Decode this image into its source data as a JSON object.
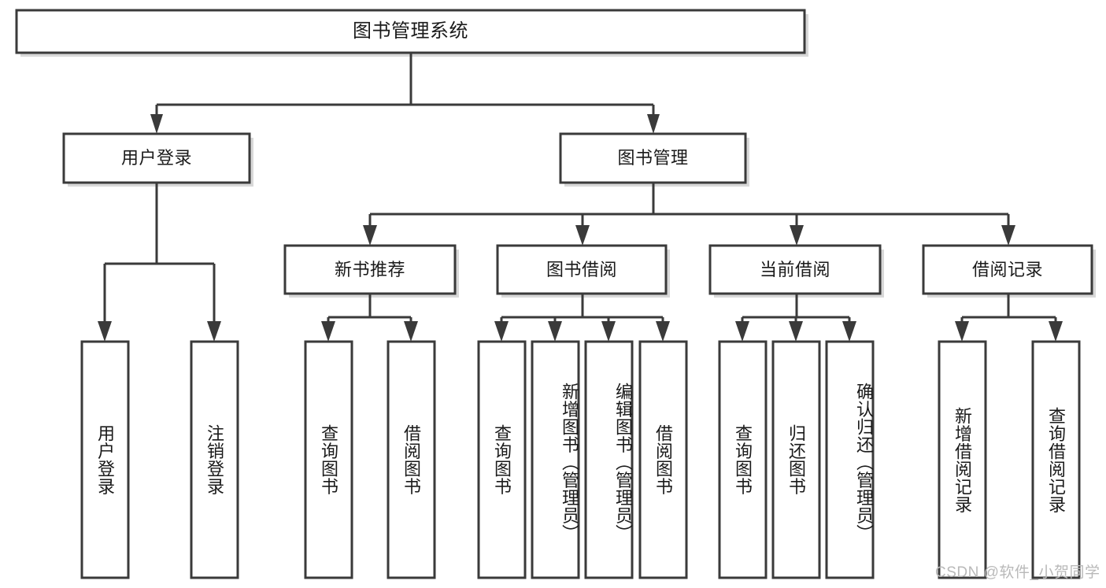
{
  "diagram": {
    "type": "tree",
    "title": "图书管理系统",
    "orientation": "top-down",
    "watermark": "CSDN @软件_小贺同学",
    "colors": {
      "stroke": "#3a3a3a",
      "fill": "#ffffff",
      "text": "#1a1a1a",
      "watermark": "#b9b9b9",
      "background": "#ffffff"
    },
    "nodes": {
      "root": {
        "label": "图书管理系统",
        "level": 1
      },
      "n_user_login": {
        "label": "用户登录",
        "level": 2
      },
      "n_book_mgmt": {
        "label": "图书管理",
        "level": 2
      },
      "n_new_book_rec": {
        "label": "新书推荐",
        "level": 3
      },
      "n_book_borrow": {
        "label": "图书借阅",
        "level": 3
      },
      "n_current_borrow": {
        "label": "当前借阅",
        "level": 3
      },
      "n_borrow_record": {
        "label": "借阅记录",
        "level": 3
      },
      "l_user_login": {
        "label": "用户登录",
        "level": 4
      },
      "l_logout": {
        "label": "注销登录",
        "level": 4
      },
      "l_query_book_1": {
        "label": "查询图书",
        "level": 4
      },
      "l_borrow_book_1": {
        "label": "借阅图书",
        "level": 4
      },
      "l_query_book_2": {
        "label": "查询图书",
        "level": 4
      },
      "l_add_book": {
        "label": "新增图书（管理员）",
        "level": 4
      },
      "l_edit_book": {
        "label": "编辑图书（管理员）",
        "level": 4
      },
      "l_borrow_book_2": {
        "label": "借阅图书",
        "level": 4
      },
      "l_query_book_3": {
        "label": "查询图书",
        "level": 4
      },
      "l_return_book": {
        "label": "归还图书",
        "level": 4
      },
      "l_confirm_return": {
        "label": "确认归还（管理员）",
        "level": 4
      },
      "l_add_record": {
        "label": "新增借阅记录",
        "level": 4
      },
      "l_query_record": {
        "label": "查询借阅记录",
        "level": 4
      }
    },
    "edges": [
      {
        "from": "root",
        "to": "n_user_login"
      },
      {
        "from": "root",
        "to": "n_book_mgmt"
      },
      {
        "from": "n_user_login",
        "to": "l_user_login"
      },
      {
        "from": "n_user_login",
        "to": "l_logout"
      },
      {
        "from": "n_book_mgmt",
        "to": "n_new_book_rec"
      },
      {
        "from": "n_book_mgmt",
        "to": "n_book_borrow"
      },
      {
        "from": "n_book_mgmt",
        "to": "n_current_borrow"
      },
      {
        "from": "n_book_mgmt",
        "to": "n_borrow_record"
      },
      {
        "from": "n_new_book_rec",
        "to": "l_query_book_1"
      },
      {
        "from": "n_new_book_rec",
        "to": "l_borrow_book_1"
      },
      {
        "from": "n_book_borrow",
        "to": "l_query_book_2"
      },
      {
        "from": "n_book_borrow",
        "to": "l_add_book"
      },
      {
        "from": "n_book_borrow",
        "to": "l_edit_book"
      },
      {
        "from": "n_book_borrow",
        "to": "l_borrow_book_2"
      },
      {
        "from": "n_current_borrow",
        "to": "l_query_book_3"
      },
      {
        "from": "n_current_borrow",
        "to": "l_return_book"
      },
      {
        "from": "n_current_borrow",
        "to": "l_confirm_return"
      },
      {
        "from": "n_borrow_record",
        "to": "l_add_record"
      },
      {
        "from": "n_borrow_record",
        "to": "l_query_record"
      }
    ]
  }
}
